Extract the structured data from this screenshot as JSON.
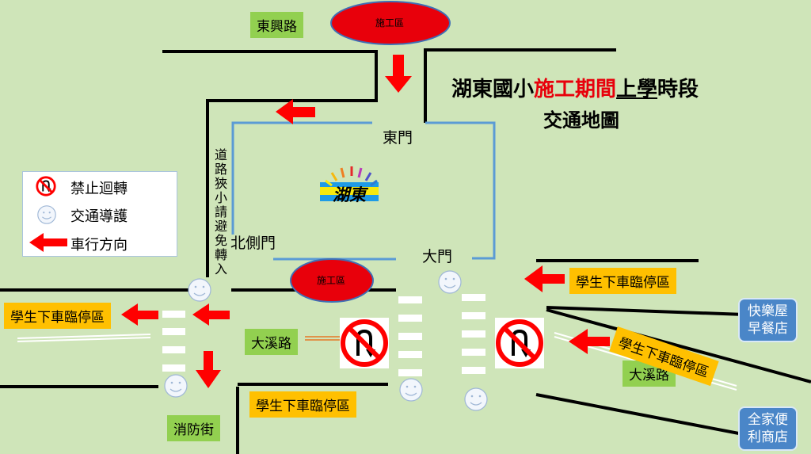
{
  "title": {
    "line1_part1": "湖東國小",
    "line1_part2": "施工期間",
    "line1_part3": "上學",
    "line1_part4": "時段",
    "line2": "交通地圖"
  },
  "colors": {
    "background": "#cfe5b9",
    "road": "#000000",
    "school_outline": "#5b9bd5",
    "arrow": "#ff0000",
    "construction": "#e8000b",
    "street_tag": "#92d050",
    "dropoff_tag": "#ffc000",
    "shop_tag": "#4a86c8"
  },
  "streets": {
    "dongxing": "東興路",
    "daxi_left": "大溪路",
    "daxi_right": "大溪路",
    "xiaofang": "消防街"
  },
  "construction_zones": {
    "top": "施工區",
    "middle": "施工區"
  },
  "gates": {
    "east": "東門",
    "north_side": "北側門",
    "main": "大門"
  },
  "school_logo_text": "湖東",
  "narrow_road_note": "道路狹小請避免轉入",
  "dropoff_zones": {
    "left": "學生下車臨停區",
    "bottom": "學生下車臨停區",
    "right_upper": "學生下車臨停區",
    "right_diagonal": "學生下車臨停區"
  },
  "shops": {
    "breakfast_line1": "快樂屋",
    "breakfast_line2": "早餐店",
    "familymart_line1": "全家便",
    "familymart_line2": "利商店"
  },
  "legend": {
    "no_uturn": "禁止迴轉",
    "crossing_guard": "交通導護",
    "direction": "車行方向",
    "icons": [
      "no-u-turn-icon",
      "smiley-icon",
      "red-arrow-icon"
    ]
  }
}
